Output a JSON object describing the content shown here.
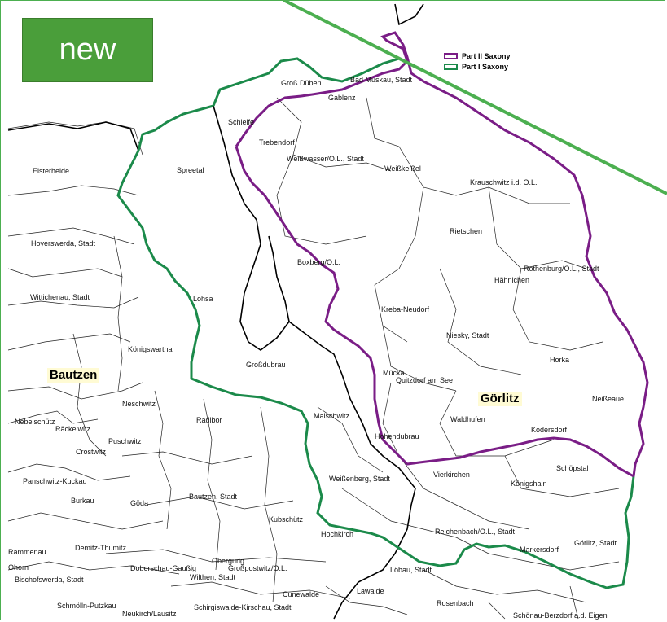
{
  "badge": {
    "label": "new"
  },
  "legend": [
    {
      "label": "Part II Saxony",
      "color": "#7a1d86"
    },
    {
      "label": "Part I Saxony",
      "color": "#1b8a4a"
    }
  ],
  "regions": [
    {
      "name": "Bautzen"
    },
    {
      "name": "Görlitz"
    }
  ],
  "colors": {
    "part2_border": "#7a1d86",
    "part1_border": "#1b8a4a",
    "district_border": "#000000",
    "municipality_border": "#222222",
    "diagonal_line": "#4caf50",
    "badge_bg": "#4a9e3a",
    "label_highlight": "#fffbd4"
  },
  "municipalities": [
    "Groß Düben",
    "Bad Muskau, Stadt",
    "Gablenz",
    "Schleife",
    "Trebendorf",
    "Elsterheide",
    "Spreetal",
    "Weißwasser/O.L., Stadt",
    "Weißkeißel",
    "Krauschwitz i.d. O.L.",
    "Rietschen",
    "Hoyerswerda, Stadt",
    "Boxberg/O.L.",
    "Rothenburg/O.L., Stadt",
    "Hähnichen",
    "Wittichenau, Stadt",
    "Lohsa",
    "Kreba-Neudorf",
    "Niesky, Stadt",
    "Königswartha",
    "Horka",
    "Mücka",
    "Quitzdorf am See",
    "Großdubrau",
    "Neschwitz",
    "Neißeaue",
    "Malschwitz",
    "Radibor",
    "Waldhufen",
    "Kodersdorf",
    "Nebelschütz",
    "Räckelwitz",
    "Puschwitz",
    "Crostwitz",
    "Hohendubrau",
    "Vierkirchen",
    "Schöpstal",
    "Panschwitz-Kuckau",
    "Weißenberg, Stadt",
    "Königshain",
    "Burkau",
    "Göda",
    "Bautzen, Stadt",
    "Kubschütz",
    "Reichenbach/O.L., Stadt",
    "Hochkirch",
    "Demitz-Thumitz",
    "Markersdorf",
    "Görlitz, Stadt",
    "Doberschau-Gaußig",
    "Obergurig",
    "Großpostwitz/O.L.",
    "Löbau, Stadt",
    "Bischofswerda, Stadt",
    "Cunewalde",
    "Lawalde",
    "Wilthen, Stadt",
    "Schmölln-Putzkau",
    "Neukirch/Lausitz",
    "Schirgiswalde-Kirschau, Stadt",
    "Rosenbach",
    "Schönau-Berzdorf a.d. Eigen",
    "Rammenau",
    "Ohorn"
  ]
}
